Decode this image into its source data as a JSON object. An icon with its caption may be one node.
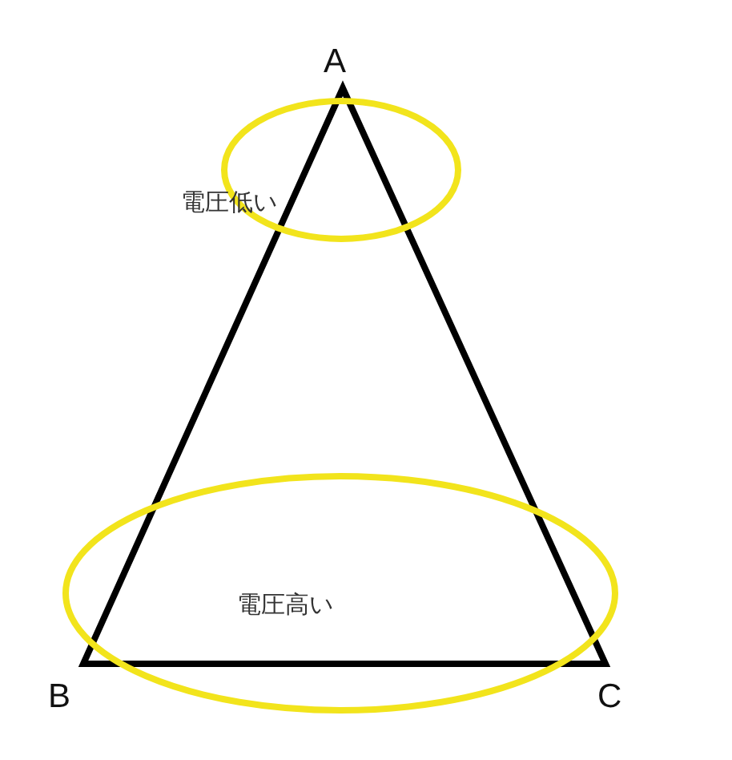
{
  "diagram": {
    "nodes": [
      {
        "text": [
          "電圧低い"
        ]
      },
      {
        "text": [
          "電圧高い"
        ]
      }
    ],
    "labels": [
      "A",
      "B",
      "C"
    ]
  }
}
